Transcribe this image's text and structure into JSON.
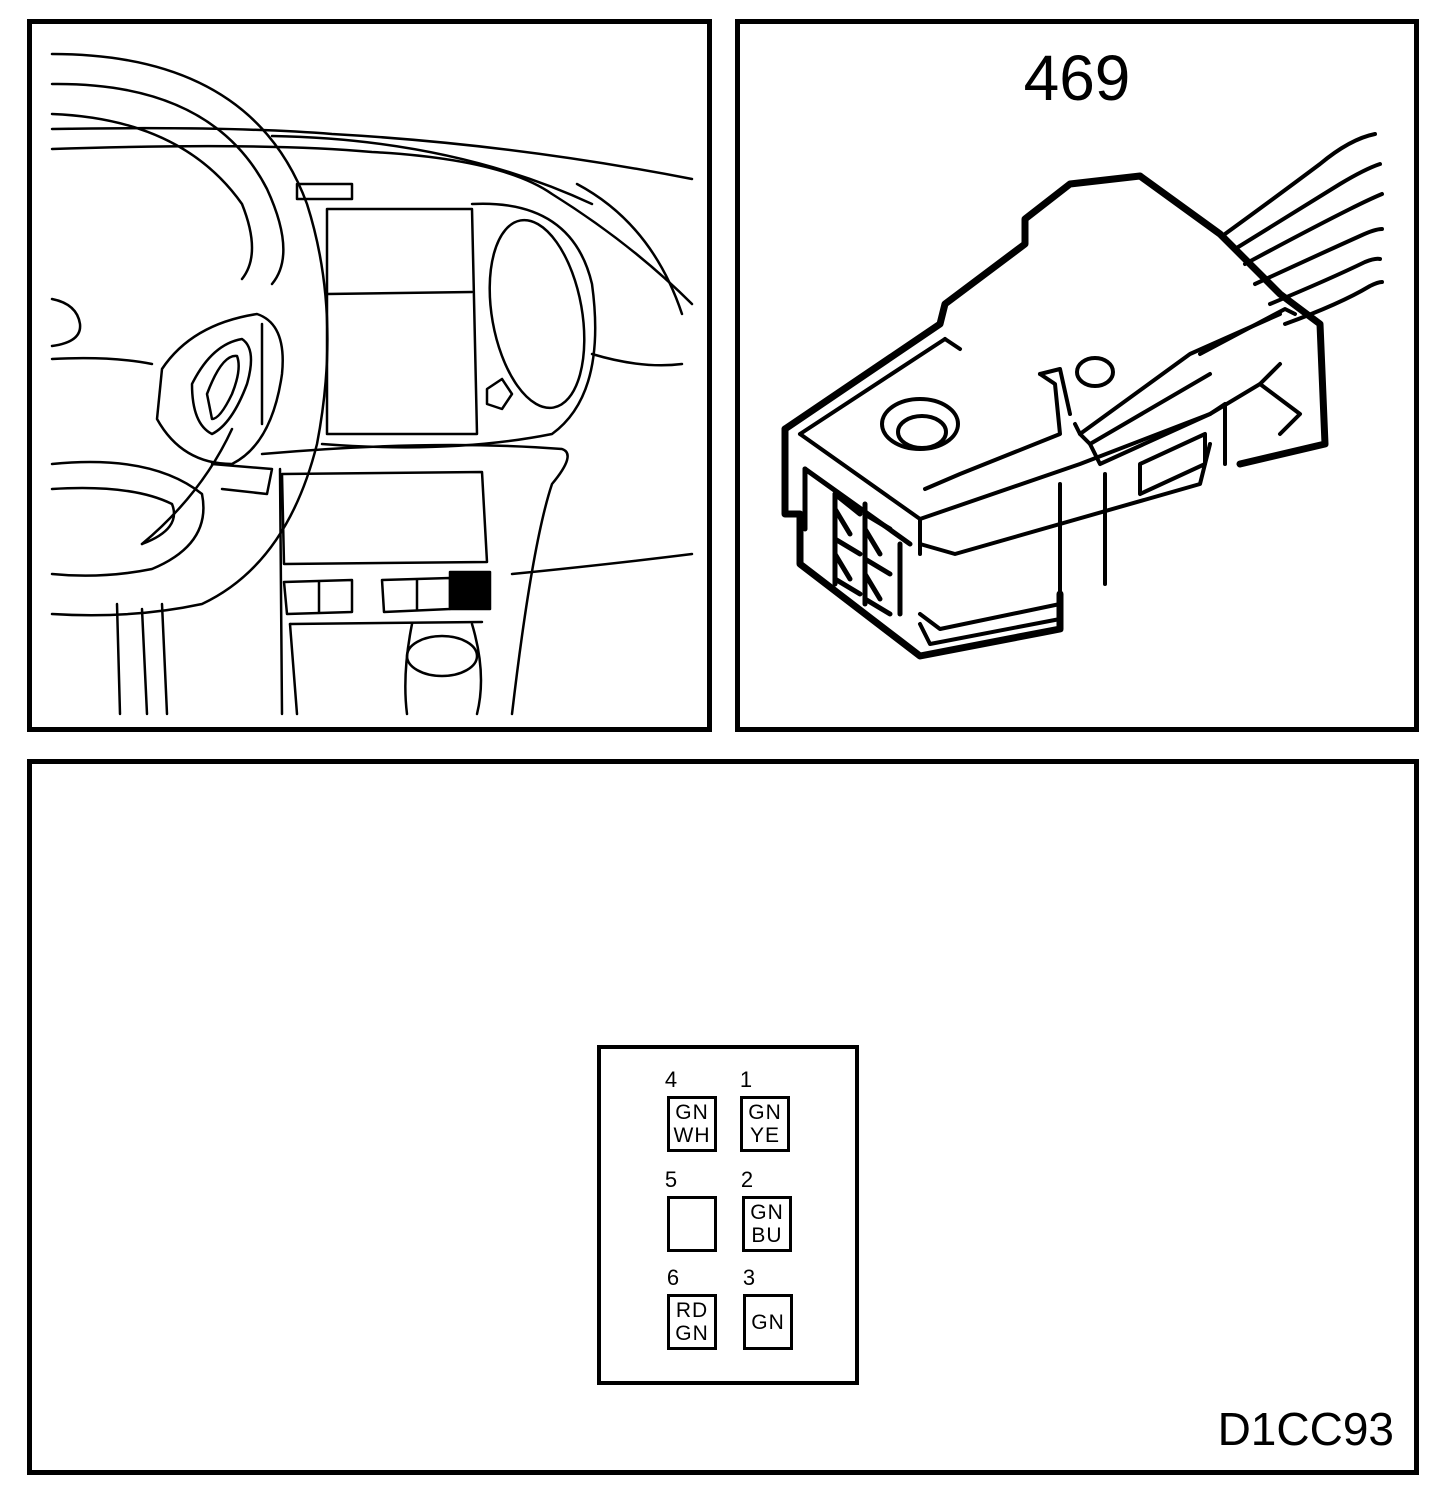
{
  "connector": {
    "number": "469"
  },
  "diagram_code": "D1CC93",
  "pins": [
    {
      "number": "4",
      "wire_lines": [
        "GN",
        "WH"
      ]
    },
    {
      "number": "1",
      "wire_lines": [
        "GN",
        "YE"
      ]
    },
    {
      "number": "5",
      "wire_lines": []
    },
    {
      "number": "2",
      "wire_lines": [
        "GN",
        "BU"
      ]
    },
    {
      "number": "6",
      "wire_lines": [
        "RD",
        "GN"
      ]
    },
    {
      "number": "3",
      "wire_lines": [
        "GN"
      ]
    }
  ]
}
